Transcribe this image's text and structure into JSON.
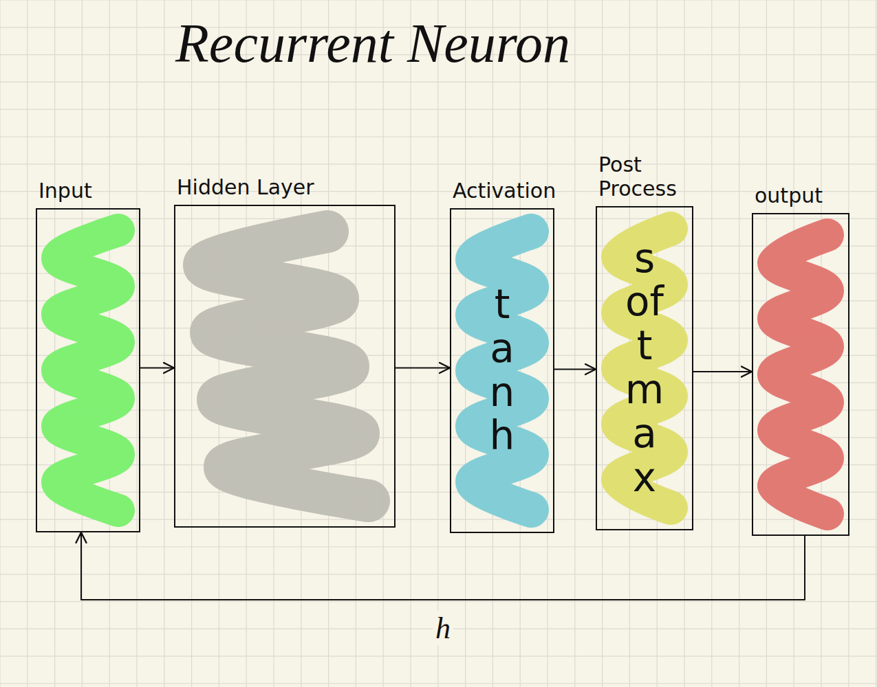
{
  "diagram": {
    "title": "Recurrent Neuron",
    "nodes": [
      {
        "text": [
          "Input"
        ]
      },
      {
        "text": [
          "Hidden Layer"
        ]
      },
      {
        "text": [
          "Activation",
          "tanh"
        ]
      },
      {
        "text": [
          "Post Process",
          "softmax"
        ]
      },
      {
        "text": [
          "output"
        ]
      }
    ],
    "edges": [
      {
        "from": 0,
        "to": 1,
        "arrow": "to"
      },
      {
        "from": 1,
        "to": 2,
        "arrow": "to"
      },
      {
        "from": 2,
        "to": 3,
        "arrow": "to"
      },
      {
        "from": 3,
        "to": 4,
        "arrow": "to"
      },
      {
        "from": 4,
        "to": 0,
        "label": "h",
        "arrow": "to"
      }
    ]
  }
}
